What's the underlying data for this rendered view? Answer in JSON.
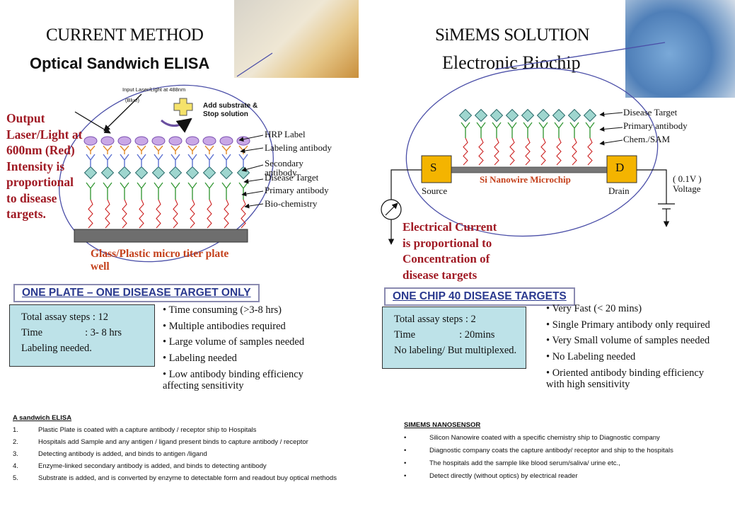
{
  "left": {
    "title": "CURRENT METHOD",
    "subtitle": "Optical Sandwich ELISA",
    "input_laser": "Input Laser/Light at 488nm",
    "blue": "(Blue)",
    "add_substrate_1": "Add  substrate &",
    "add_substrate_2": "Stop solution",
    "output_lines": [
      "Output",
      "Laser/Light at",
      "600nm (Red)",
      "Intensity is",
      "proportional",
      "to disease",
      "targets."
    ],
    "labels": {
      "hrp": "HRP Label",
      "labeling_ab": "Labeling antibody",
      "secondary_1": "Secondary",
      "secondary_2": "antibody",
      "disease_target": "Disease Target",
      "primary_ab": "Primary antibody",
      "biochem": "Bio-chemistry"
    },
    "plate_label_1": "Glass/Plastic  micro titer plate",
    "plate_label_2": "well",
    "box_header": "ONE PLATE – ONE  DISEASE TARGET ONLY",
    "stats": {
      "steps": "Total assay steps : 12",
      "time_label": "Time",
      "time_value": ": 3- 8 hrs",
      "labeling": "Labeling needed."
    },
    "bullets": [
      "Time consuming (>3-8 hrs)",
      "Multiple antibodies required",
      "Large volume of samples needed",
      "Labeling needed",
      "Low antibody binding efficiency"
    ],
    "bullet_cont": "affecting sensitivity",
    "footnote_title": "A sandwich ELISA",
    "footnotes": [
      {
        "num": "1.",
        "text": "Plastic Plate is coated with a capture antibody / receptor ship to Hospitals"
      },
      {
        "num": "2.",
        "text": "Hospitals add Sample and any antigen / ligand  present binds to capture antibody / receptor"
      },
      {
        "num": "3.",
        "text": "Detecting antibody is added, and binds to antigen /ligand"
      },
      {
        "num": "4.",
        "text": "Enzyme-linked secondary antibody is added, and binds to detecting antibody"
      },
      {
        "num": "5.",
        "text": "Substrate is added, and is converted by enzyme to detectable form and readout buy optical methods"
      }
    ]
  },
  "right": {
    "title": "SiMEMS SOLUTION",
    "subtitle": "Electronic Biochip",
    "labels": {
      "disease_target": "Disease Target",
      "primary_ab": "Primary antibody",
      "chem_sam": "Chem./SAM"
    },
    "source_letter": "S",
    "drain_letter": "D",
    "source_label": "Source",
    "drain_label": "Drain",
    "chip_label": "Si Nanowire Microchip",
    "voltage_1": "( 0.1V )",
    "voltage_2": "Voltage",
    "current_lines": [
      "Electrical Current",
      "is proportional to",
      "Concentration of",
      "disease targets"
    ],
    "box_header": "ONE CHIP 40 DISEASE TARGETS",
    "stats": {
      "steps": "Total assay steps : 2",
      "time_label": "Time",
      "time_value": ": 20mins",
      "labeling": "No labeling/ But multiplexed."
    },
    "bullets": [
      "Very Fast (< 20 mins)",
      "Single Primary antibody only required",
      "Very Small volume of samples needed",
      "No Labeling needed",
      "Oriented antibody binding efficiency"
    ],
    "bullet_cont": "with high sensitivity",
    "footnote_title": "SIMEMS NANOSENSOR",
    "footnotes": [
      {
        "num": "•",
        "text": "Silicon Nanowire coated with a specific chemistry ship to Diagnostic company"
      },
      {
        "num": "•",
        "text": "Diagnostic company coats the capture antibody/ receptor and ship to the hospitals"
      },
      {
        "num": "•",
        "text": "The hospitals add the sample like blood serum/saliva/ urine etc.,"
      },
      {
        "num": "•",
        "text": "Detect directly (without optics) by electrical reader"
      }
    ]
  },
  "colors": {
    "dark_red": "#a01a24",
    "orange_red": "#c4411c",
    "box_fill": "#bde2e8",
    "header_blue": "#2b3a8f",
    "hrp_purple": "#c9a8e6",
    "antibody_orange": "#e08a2a",
    "diamond_teal": "#9fd6cf",
    "chip_yellow": "#f4b400"
  }
}
